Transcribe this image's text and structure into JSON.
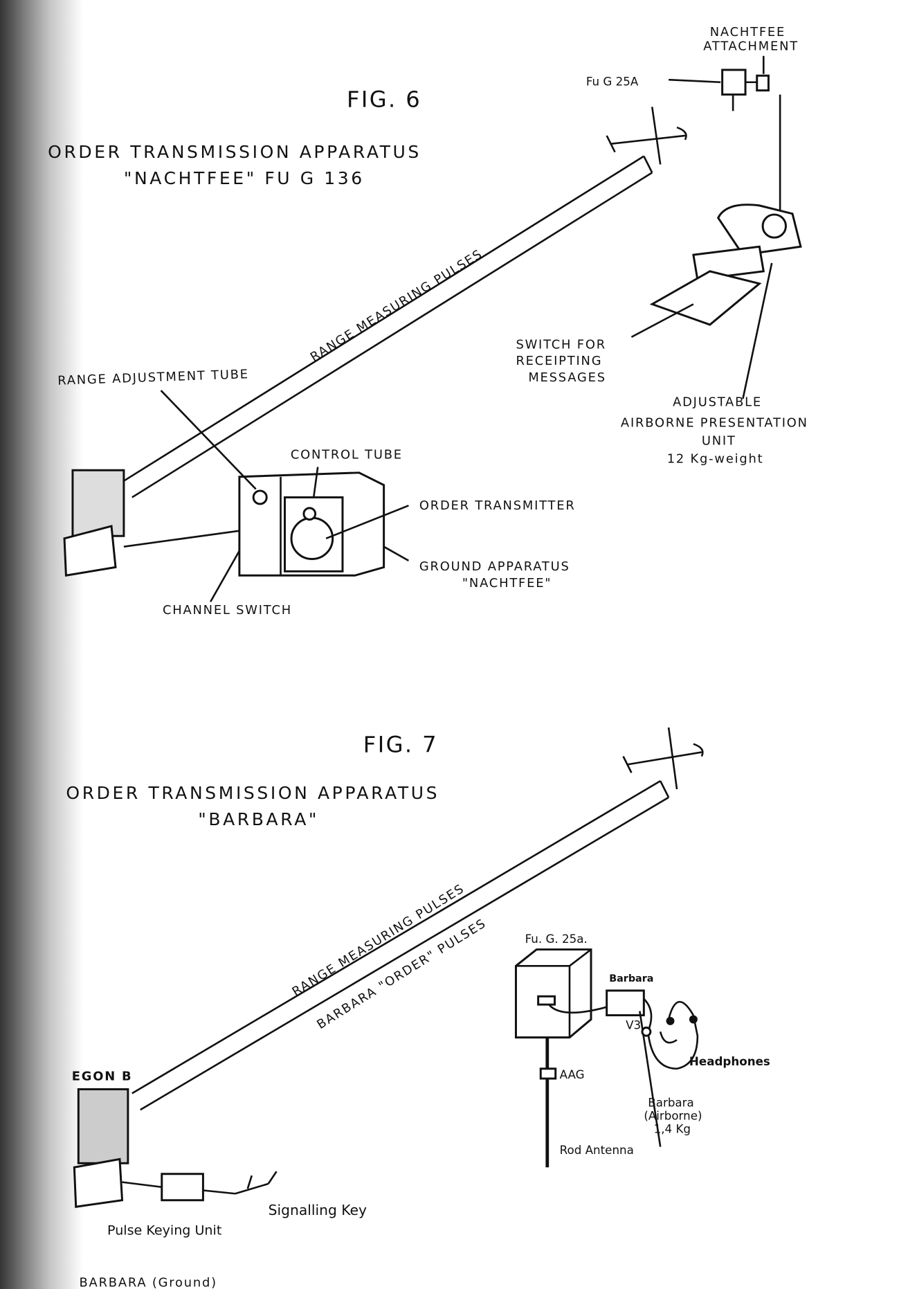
{
  "fig6": {
    "title": "FIG. 6",
    "subtitle_line1": "ORDER TRANSMISSION APPARATUS",
    "subtitle_line2": "\"NACHTFEE\" FU G 136",
    "nachtfee_attachment_line1": "NACHTFEE",
    "nachtfee_attachment_line2": "ATTACHMENT",
    "fug25a": "Fu G 25A",
    "range_pulses": "RANGE MEASURING PULSES",
    "range_adjustment_tube": "RANGE ADJUSTMENT TUBE",
    "switch_line1": "SWITCH FOR",
    "switch_line2": "RECEIPTING",
    "switch_line3": "MESSAGES",
    "unit_line1": "ADJUSTABLE",
    "unit_line2": "AIRBORNE PRESENTATION",
    "unit_line3": "UNIT",
    "unit_line4": "12 Kg-weight",
    "control_tube": "CONTROL TUBE",
    "order_transmitter": "ORDER TRANSMITTER",
    "ground_line1": "GROUND APPARATUS",
    "ground_line2": "\"NACHTFEE\"",
    "channel_switch": "CHANNEL SWITCH"
  },
  "fig7": {
    "title": "FIG. 7",
    "subtitle_line1": "ORDER TRANSMISSION APPARATUS",
    "subtitle_line2": "\"BARBARA\"",
    "range_pulses": "RANGE MEASURING PULSES",
    "order_pulses": "BARBARA \"ORDER\" PULSES",
    "fug25a": "Fu. G. 25a.",
    "barbara": "Barbara",
    "v3": "V3",
    "headphones": "Headphones",
    "aag": "AAG",
    "barbara_airborne_line1": "Barbara",
    "barbara_airborne_line2": "(Airborne)",
    "barbara_airborne_line3": "1,4 Kg",
    "rod_antenna": "Rod Antenna",
    "egon_b": "EGON B",
    "signalling_key": "Signalling Key",
    "pulse_keying_unit": "Pulse Keying Unit",
    "barbara_ground": "BARBARA (Ground)"
  }
}
